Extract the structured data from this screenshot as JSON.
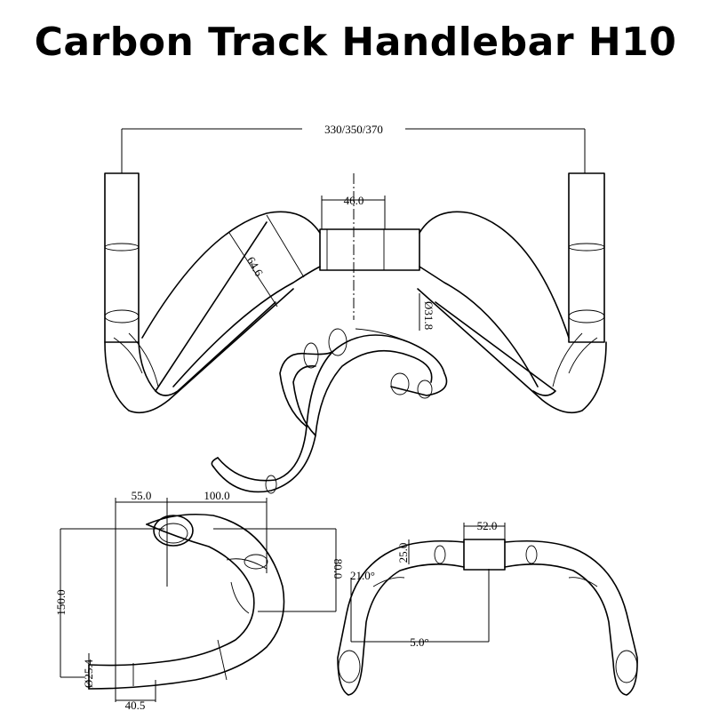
{
  "title": "Carbon Track Handlebar H10",
  "top_view": {
    "width": "330/350/370",
    "clamp_width": "46.0",
    "tube_length": "64.6",
    "clamp_diameter": "Ø31.8"
  },
  "side_view": {
    "reach_offset": "55.0",
    "reach": "100.0",
    "height": "80.0",
    "drop": "150.0",
    "end_diameter": "Ø25.4",
    "end_length": "40.5"
  },
  "front_view": {
    "center_width": "52.0",
    "rise": "25.0",
    "angle": "21.0°",
    "flare": "5.0°"
  }
}
